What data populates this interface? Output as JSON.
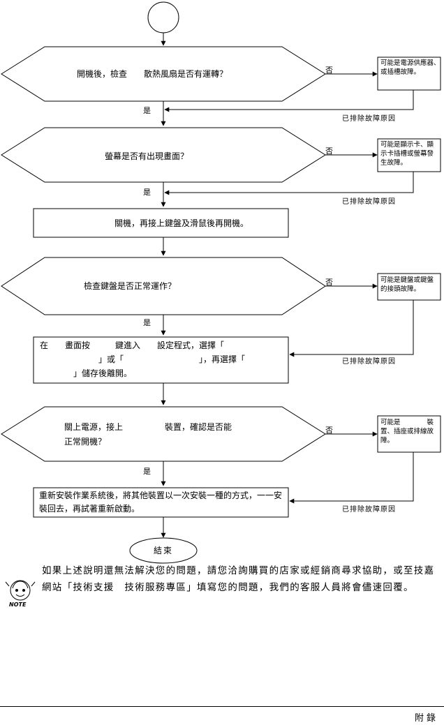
{
  "flow": {
    "decision_1": "開機後，檢查　　散熱風扇是否有運轉？",
    "fault_1": "可能是電源供應器、　　或插槽故障。",
    "decision_2": "螢幕是否有出現畫面？",
    "fault_2": "可能是顯示卡、顯示卡插槽或螢幕發生故障。",
    "process_1": "關機，再接上鍵盤及滑鼠後再開機。",
    "decision_3": "檢查鍵盤是否正常運作？",
    "fault_3": "可能是鍵盤或鍵盤的接頭故障。",
    "process_2_line1": "在　　畫面按　　　鍵進入　　設定程式，選擇「",
    "process_2_line2": "　　　　　　　」或「　　　　　　　　　」，再選擇「",
    "process_2_line3": "　　　　」儲存後離開。",
    "decision_4_line1": "關上電源，接上　　　　　裝置，確認是否能",
    "decision_4_line2": "正常開機？",
    "fault_4": "可能是　　　　裝置、插座或排線故障。",
    "process_3": "重新安裝作業系統後，將其他裝置以一次安裝一種的方式，一一安裝回去，再試著重新啟動。",
    "end": "結束",
    "yes": "是",
    "no": "否",
    "fixed": "已排除故障原因"
  },
  "note": {
    "icon_label": "NOTE",
    "text": "如果上述說明還無法解決您的問題，請您洽詢購買的店家或經銷商尋求協助，或至技嘉網站「技術支援　技術服務專區」填寫您的問題，我們的客服人員將會儘速回覆。"
  },
  "footer": {
    "label": "附錄"
  }
}
